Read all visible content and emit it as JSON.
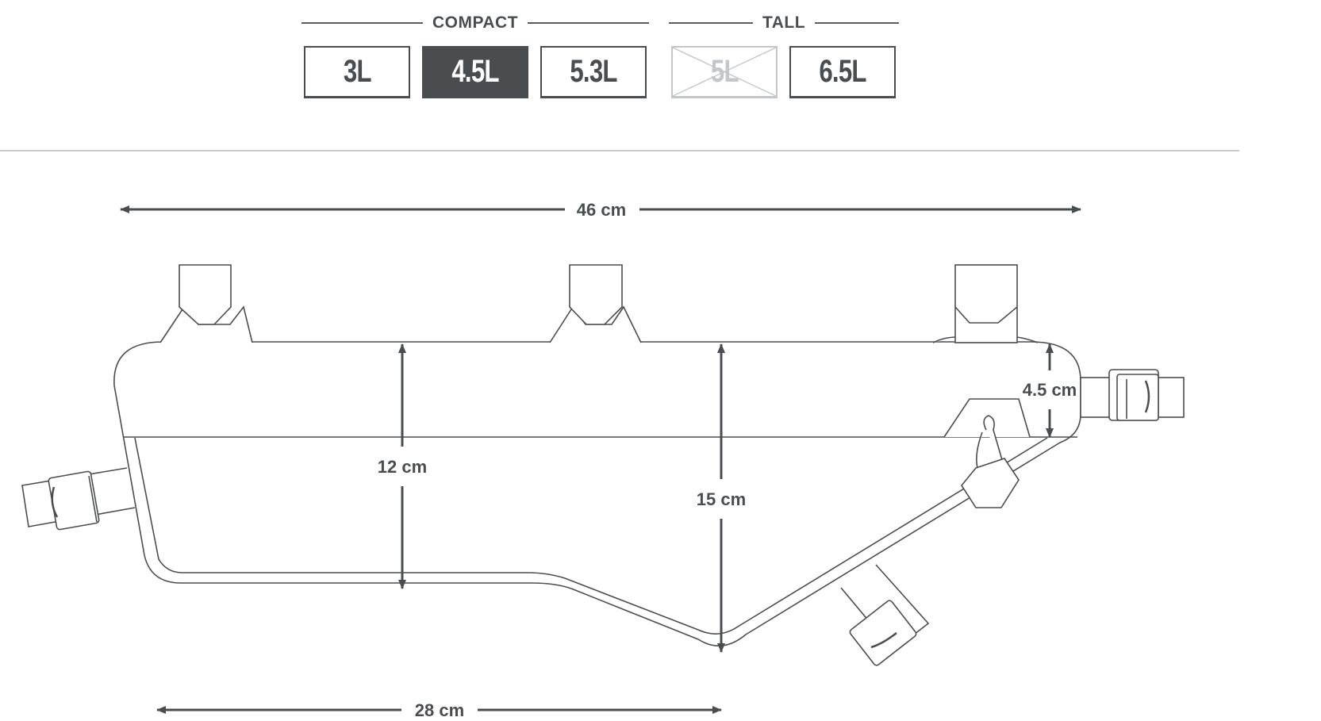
{
  "size_selector": {
    "groups": [
      {
        "label": "COMPACT"
      },
      {
        "label": "TALL"
      }
    ],
    "buttons": [
      {
        "label": "3L",
        "state": "default"
      },
      {
        "label": "4.5L",
        "state": "selected"
      },
      {
        "label": "5.3L",
        "state": "default"
      },
      {
        "label": "5L",
        "state": "unavailable"
      },
      {
        "label": "6.5L",
        "state": "default"
      }
    ]
  },
  "dimensions": {
    "overall_length": "46 cm",
    "height_front": "12 cm",
    "height_max": "15 cm",
    "height_rear": "4.5 cm",
    "bottom_length": "28 cm"
  },
  "colors": {
    "ink": "#4a4d50",
    "selected_bg": "#4a4d50",
    "unavailable": "#c4c7c9",
    "divider": "#c8cacc"
  }
}
